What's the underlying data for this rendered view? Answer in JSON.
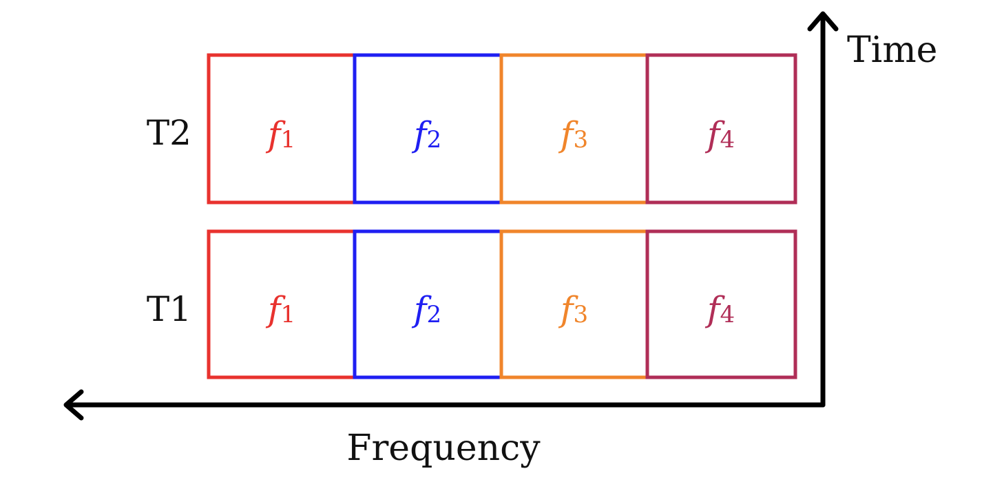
{
  "axes": {
    "x_label": "Frequency",
    "y_label": "Time"
  },
  "rows": [
    {
      "label": "T2",
      "cells": [
        {
          "base": "f",
          "sub": "1",
          "color": "#e8322e"
        },
        {
          "base": "f",
          "sub": "2",
          "color": "#1f1ff2"
        },
        {
          "base": "f",
          "sub": "3",
          "color": "#f0852b"
        },
        {
          "base": "f",
          "sub": "4",
          "color": "#b02e57"
        }
      ]
    },
    {
      "label": "T1",
      "cells": [
        {
          "base": "f",
          "sub": "1",
          "color": "#e8322e"
        },
        {
          "base": "f",
          "sub": "2",
          "color": "#1f1ff2"
        },
        {
          "base": "f",
          "sub": "3",
          "color": "#f0852b"
        },
        {
          "base": "f",
          "sub": "4",
          "color": "#b02e57"
        }
      ]
    }
  ],
  "axis_color": "#000000"
}
